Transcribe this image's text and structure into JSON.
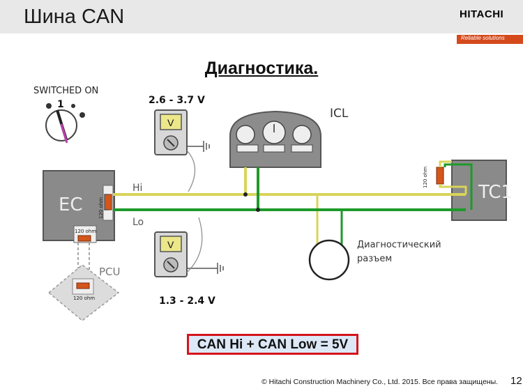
{
  "header": {
    "title": "Шина CAN",
    "logo_text": "HITACHI",
    "logo_tagline": "Reliable solutions"
  },
  "slide_title": "Диагностика.",
  "diagram": {
    "switch_label": "SWITCHED ON",
    "switch_number": "1",
    "voltage_high": "2.6 - 3.7 V",
    "voltage_low": "1.3 - 2.4 V",
    "meter_label": "V",
    "icl_label": "ICL",
    "ec_label": "EC",
    "tc1_label": "TC1",
    "pcu_label": "PCU",
    "hi_label": "Hi",
    "lo_label": "Lo",
    "resistor_ec": "120 ohm",
    "resistor_pcu": "120 ohm",
    "resistor_pcu2": "120 ohm",
    "resistor_tc1": "120 ohm",
    "diag_line1": "Диагностический",
    "diag_line2": "разъем"
  },
  "formula": "CAN Hi + CAN Low = 5V",
  "footer": {
    "copyright": "© Hitachi Construction Machinery Co., Ltd. 2015. Все права защищены.",
    "page_number": "12"
  },
  "colors": {
    "hi_wire": "#d8d45a",
    "lo_wire": "#1e9a2a",
    "resistor": "#d4561c",
    "formula_border": "#d4141c",
    "logo_bar": "#d44a1c"
  }
}
